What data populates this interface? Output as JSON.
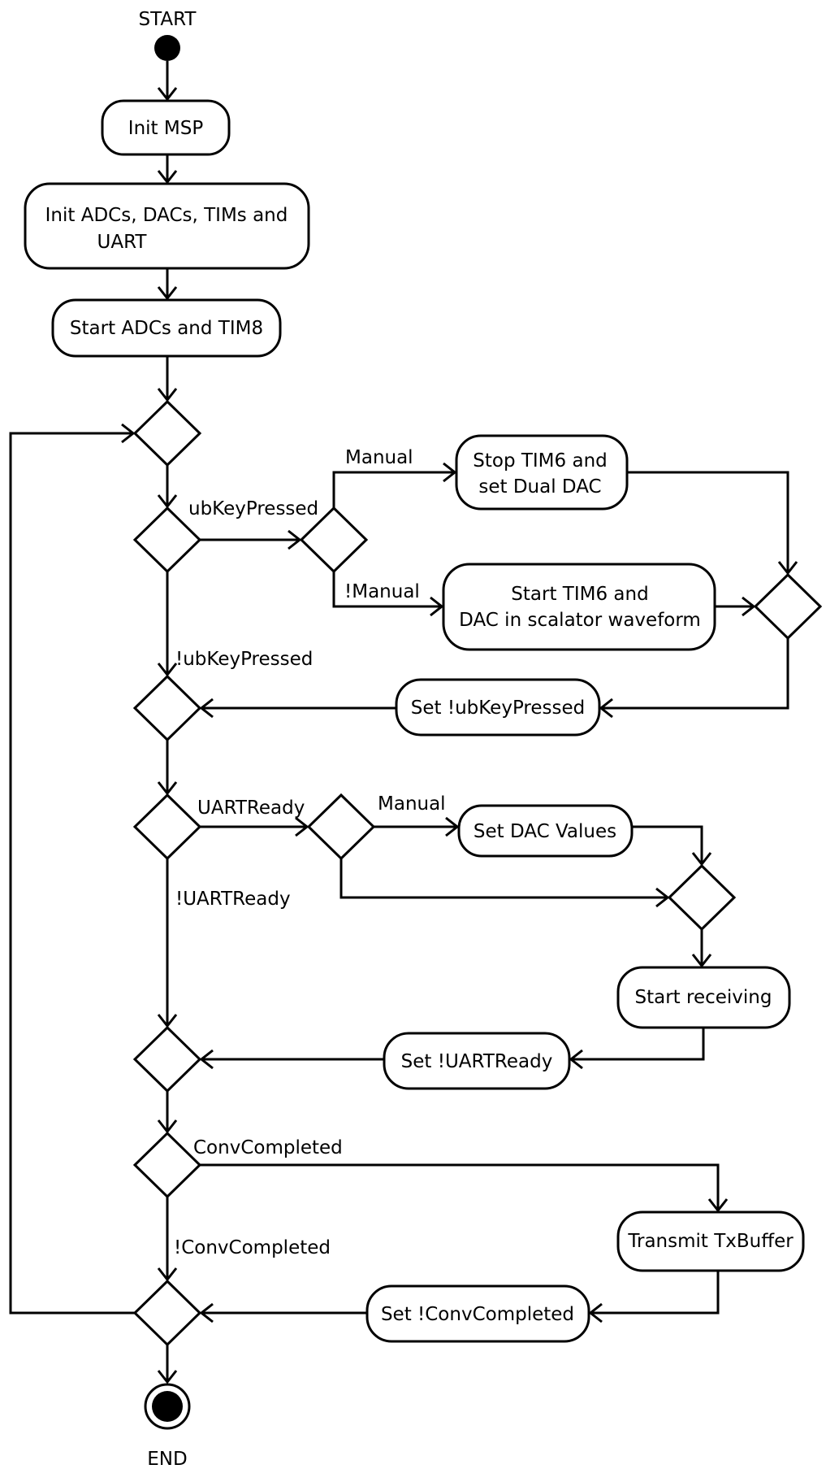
{
  "terminals": {
    "start": "START",
    "end": "END"
  },
  "actions": {
    "init_msp": "Init MSP",
    "init_periph_l1": "Init ADCs, DACs, TIMs and",
    "init_periph_l2": "UART",
    "start_adcs": "Start ADCs and TIM8",
    "stop_tim6_l1": "Stop TIM6 and",
    "stop_tim6_l2": "set Dual DAC",
    "start_tim6_l1": "Start TIM6 and",
    "start_tim6_l2": "DAC in scalator waveform",
    "set_ubkey": "Set !ubKeyPressed",
    "set_dac_values": "Set DAC Values",
    "start_receiving": "Start receiving",
    "set_uartready": "Set !UARTReady",
    "transmit": "Transmit TxBuffer",
    "set_convcompleted": "Set !ConvCompleted"
  },
  "guards": {
    "manual_1": "Manual",
    "not_manual": "!Manual",
    "ubkey": "ubKeyPressed",
    "not_ubkey": "!ubKeyPressed",
    "uartready": "UARTReady",
    "not_uartready": "!UARTReady",
    "manual_2": "Manual",
    "convcompleted": "ConvCompleted",
    "not_convcompleted": "!ConvCompleted"
  }
}
